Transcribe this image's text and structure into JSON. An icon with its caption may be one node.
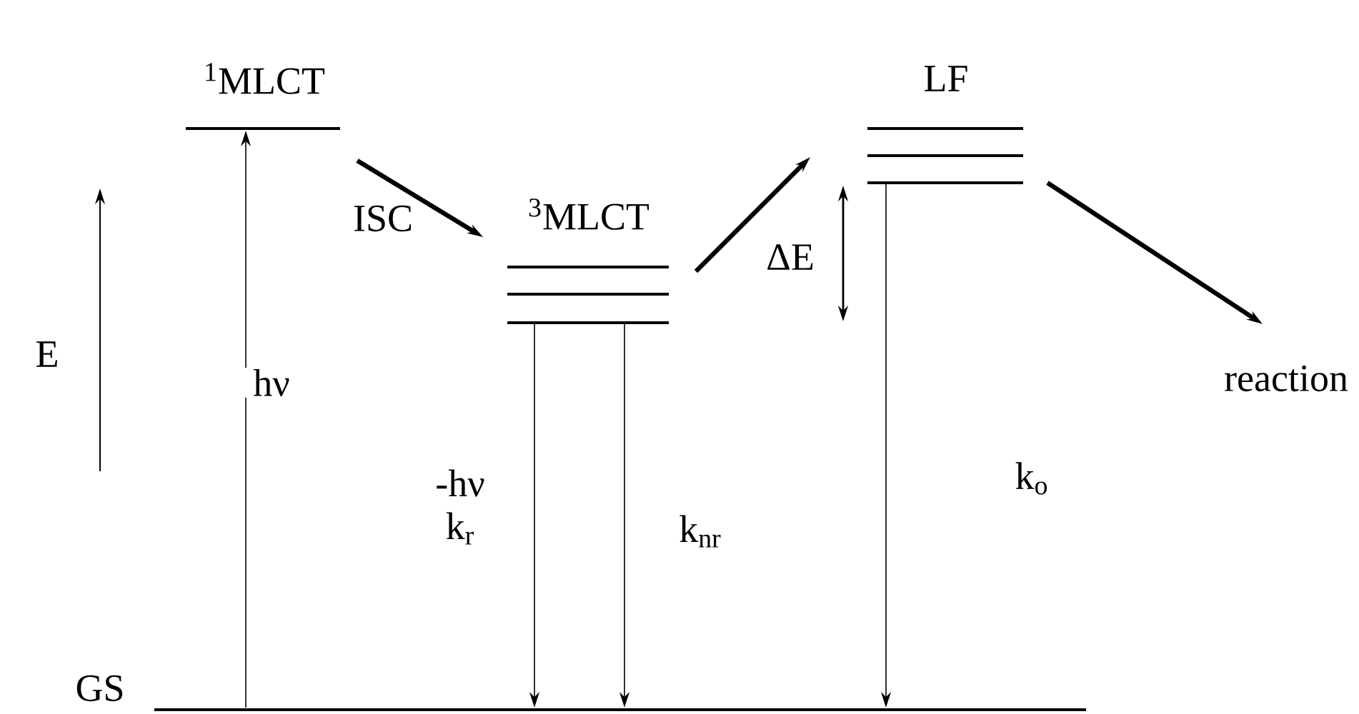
{
  "diagram": {
    "nodes": [
      {
        "text": [
          "GS"
        ]
      },
      {
        "text": [
          "$^{1}$MLCT"
        ]
      },
      {
        "text": [
          "$^{3}$MLCT"
        ]
      },
      {
        "text": [
          "LF"
        ]
      },
      {
        "text": [
          "reaction"
        ]
      }
    ],
    "edges": [
      {
        "from": 0,
        "to": 1,
        "arrow": "to",
        "label": "hν"
      },
      {
        "from": 1,
        "to": 2,
        "arrow": "to",
        "label": "ISC",
        "style": "thick"
      },
      {
        "from": 2,
        "to": 0,
        "arrow": "to",
        "label": "-hν k$_{r}$"
      },
      {
        "from": 2,
        "to": 0,
        "arrow": "to",
        "label": "k$_{nr}$"
      },
      {
        "from": 2,
        "to": 3,
        "arrow": "to",
        "style": "thick"
      },
      {
        "from": 3,
        "to": 0,
        "arrow": "to",
        "label": "k$_{o}$"
      },
      {
        "from": 3,
        "to": 4,
        "arrow": "to",
        "style": "thick"
      }
    ],
    "labels": [
      "E",
      "ΔE"
    ]
  }
}
